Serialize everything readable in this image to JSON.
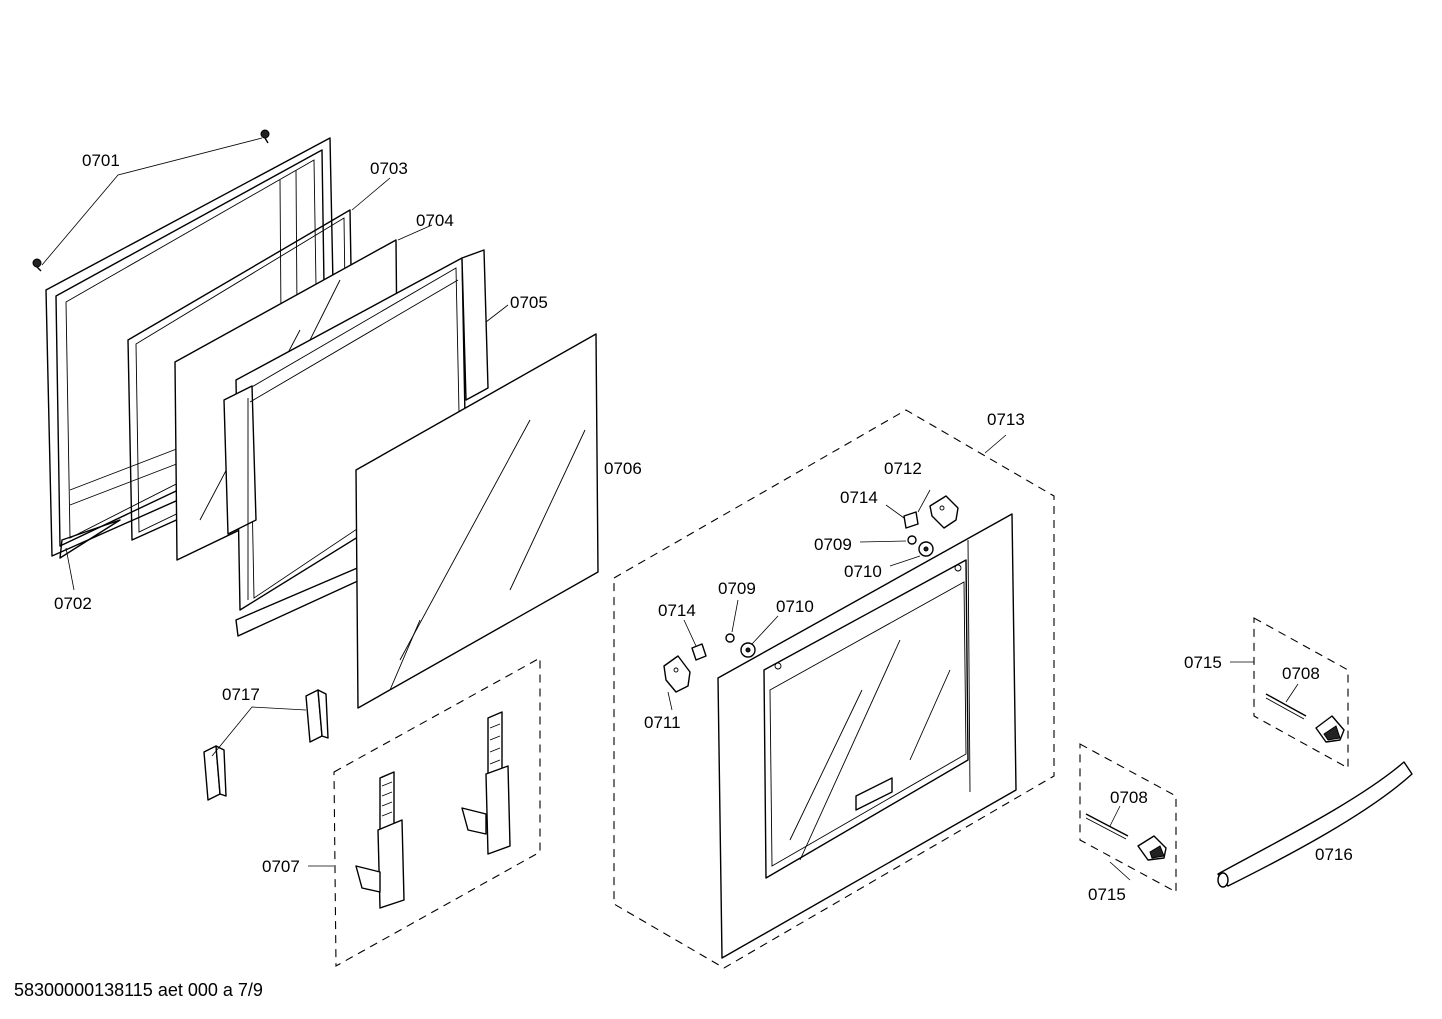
{
  "labels": {
    "p0701": "0701",
    "p0702": "0702",
    "p0703": "0703",
    "p0704": "0704",
    "p0705": "0705",
    "p0706": "0706",
    "p0707": "0707",
    "p0708a": "0708",
    "p0708b": "0708",
    "p0709a": "0709",
    "p0709b": "0709",
    "p0710a": "0710",
    "p0710b": "0710",
    "p0711": "0711",
    "p0712": "0712",
    "p0713": "0713",
    "p0714a": "0714",
    "p0714b": "0714",
    "p0715a": "0715",
    "p0715b": "0715",
    "p0716": "0716",
    "p0717": "0717"
  },
  "doc_id": "58300000138115 aet 000 a 7/9"
}
